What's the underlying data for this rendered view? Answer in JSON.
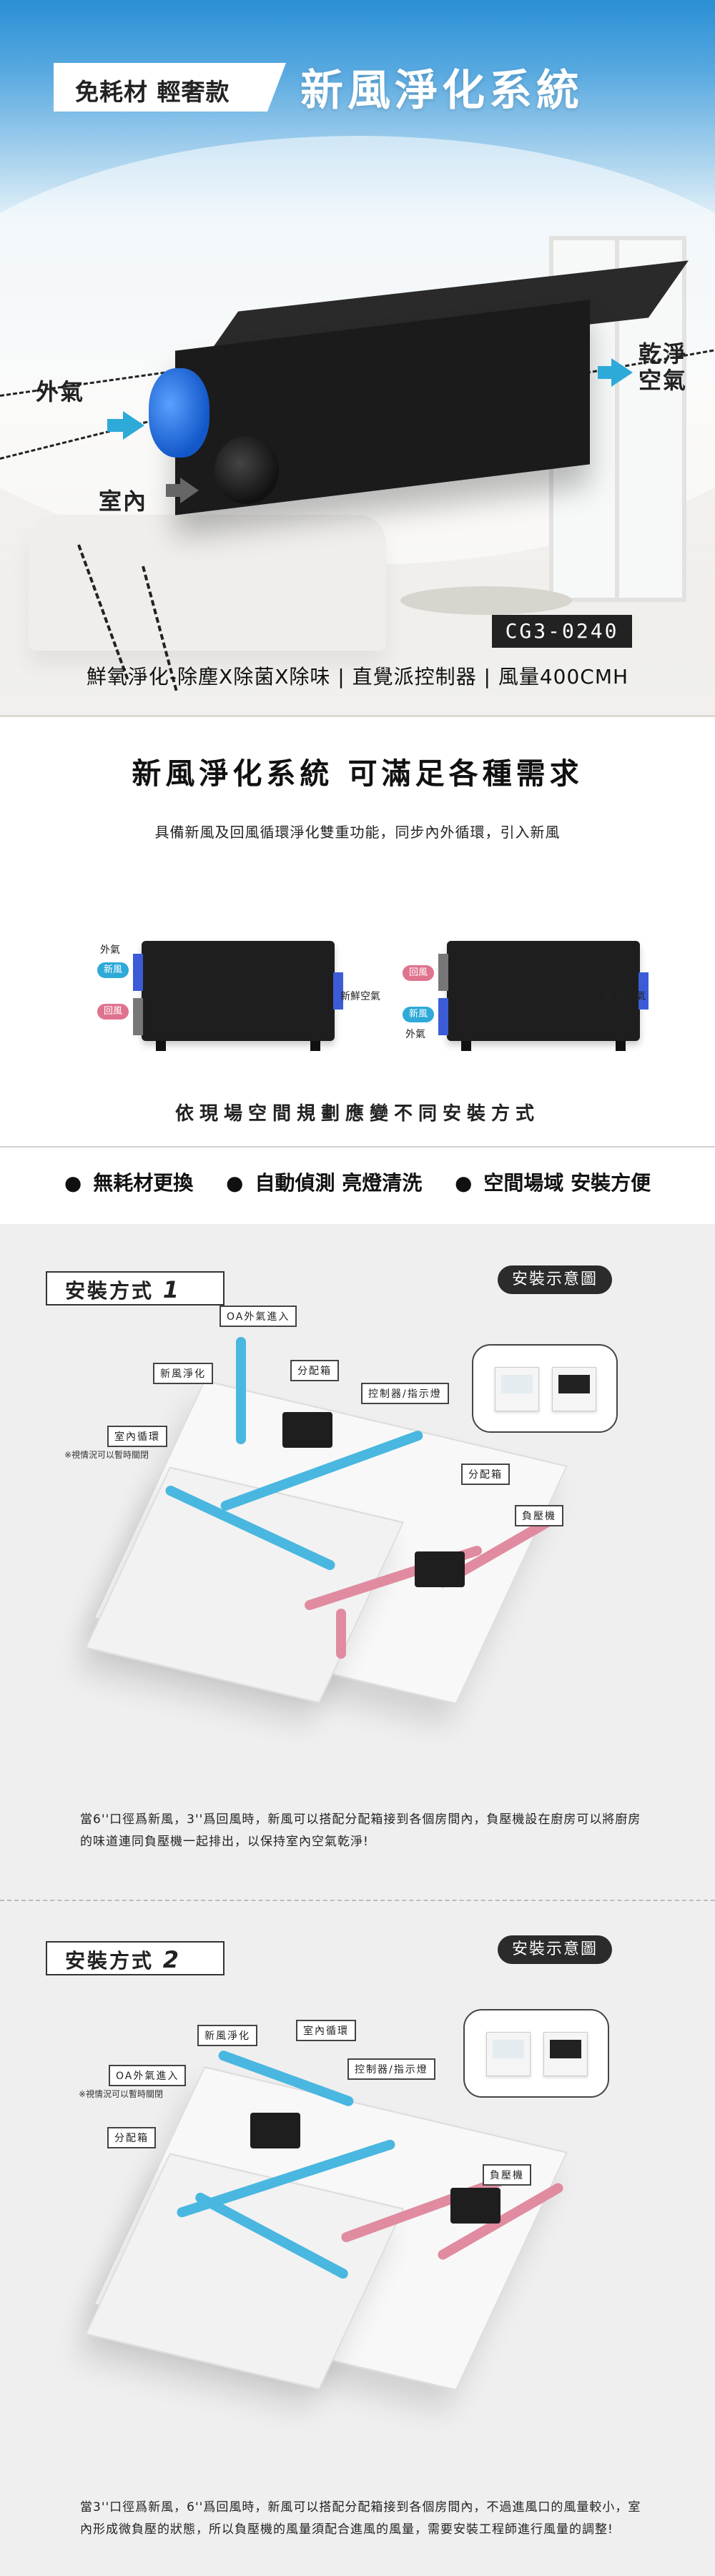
{
  "hero": {
    "tag": "免耗材 輕奢款",
    "title": "新風淨化系統",
    "outside_air_label": "外氣",
    "indoor_label": "室內",
    "clean_air_label_1": "乾淨",
    "clean_air_label_2": "空氣",
    "model": "CG3-0240",
    "features": "鮮氧淨化-除塵X除菌X除味 | 直覺派控制器 | 風量400CMH"
  },
  "needs": {
    "title": "新風淨化系統  可滿足各種需求",
    "subtitle": "具備新風及回風循環淨化雙重功能，同步內外循環，引入新風",
    "left_unit": {
      "outside": "外氣",
      "fresh": "新風",
      "return": "回風",
      "output": "新鮮空氣"
    },
    "right_unit": {
      "return": "回風",
      "fresh": "新風",
      "outside": "外氣",
      "output": "新鮮空氣"
    },
    "footer": "依現場空間規劃應變不同安裝方式"
  },
  "bullets": [
    "無耗材更換",
    "自動偵測 亮燈清洗",
    "空間場域 安裝方便"
  ],
  "install1": {
    "method_prefix": "安裝方式",
    "method_num": "1",
    "demo": "安裝示意圖",
    "callouts": {
      "oa": "OA外氣進入",
      "fresh": "新風淨化",
      "distributor": "分配箱",
      "controller": "控制器/指示燈",
      "indoor": "室內循環",
      "distributor2": "分配箱",
      "negative": "負壓機"
    },
    "note": "※視情況可以暫時關閉",
    "description": "當6''口徑爲新風，3''爲回風時，新風可以搭配分配箱接到各個房間內，負壓機設在廚房可以將廚房的味道連同負壓機一起排出，以保持室內空氣乾淨!"
  },
  "install2": {
    "method_prefix": "安裝方式",
    "method_num": "2",
    "demo": "安裝示意圖",
    "callouts": {
      "fresh": "新風淨化",
      "indoor": "室內循環",
      "oa": "OA外氣進入",
      "controller": "控制器/指示燈",
      "distributor": "分配箱",
      "negative": "負壓機"
    },
    "note": "※視情況可以暫時關閉",
    "description": "當3''口徑爲新風，6''爲回風時，新風可以搭配分配箱接到各個房間內，不過進風口的風量較小，室內形成微負壓的狀態，所以負壓機的風量須配合進風的風量，需要安裝工程師進行風量的調整!"
  }
}
